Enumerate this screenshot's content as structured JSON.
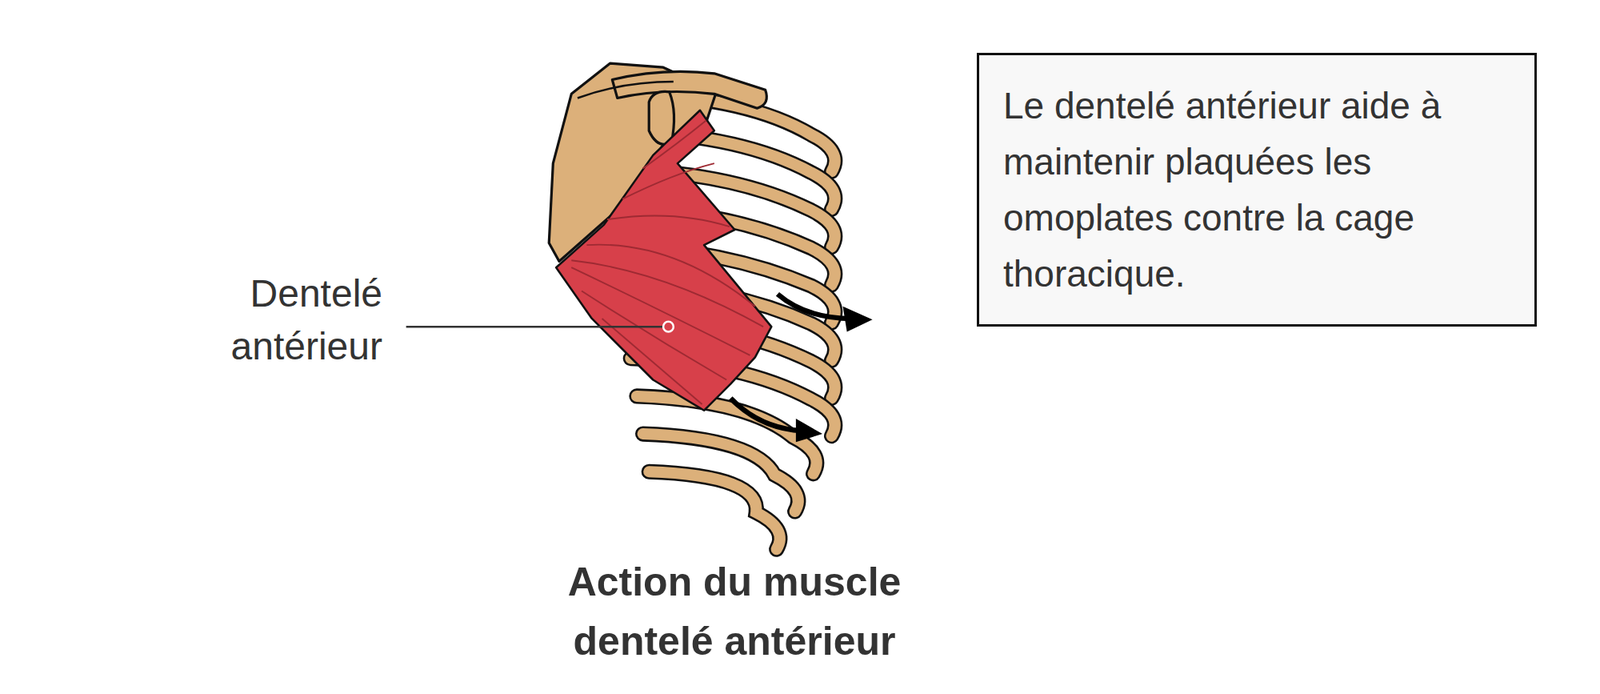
{
  "diagram": {
    "caption": "Action du muscle dentelé antérieur",
    "nodes": [
      {
        "text": [
          "Le dentelé antérieur aide à maintenir plaquées les omoplates contre la cage thoracique."
        ]
      }
    ],
    "labels": [
      "Dentelé antérieur"
    ]
  }
}
